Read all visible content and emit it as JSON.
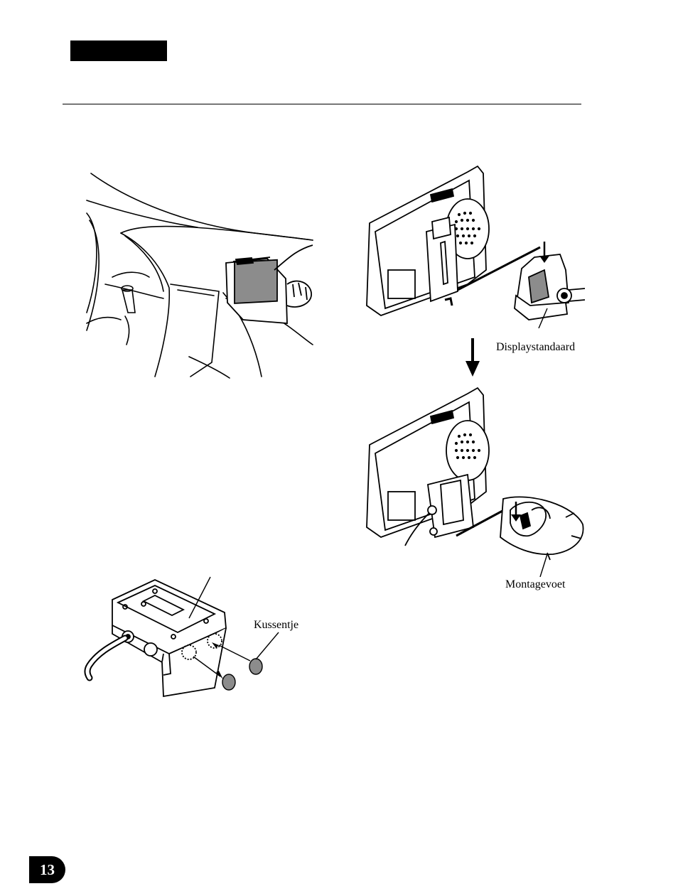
{
  "labels": {
    "display_stand": "Displaystandaard",
    "mount_base": "Montagevoet",
    "pad": "Kussentje"
  },
  "page": {
    "number": "13"
  },
  "colors": {
    "ink": "#000000",
    "paper": "#ffffff",
    "shade": "#8c8c8c"
  }
}
